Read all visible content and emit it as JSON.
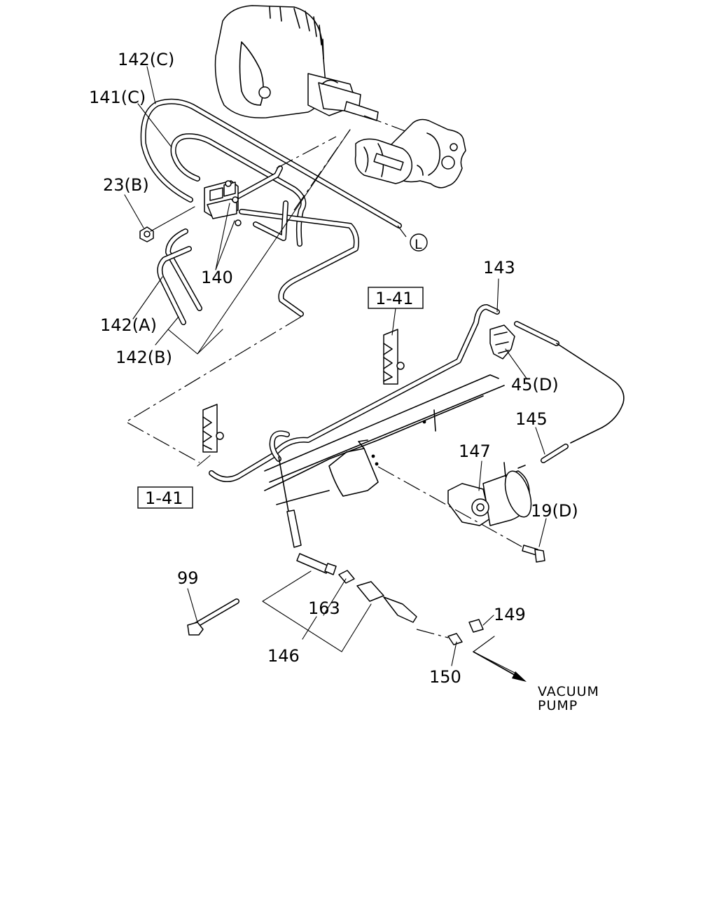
{
  "labels": {
    "l142c": "142(C)",
    "l141c": "141(C)",
    "l23b": "23(B)",
    "l140": "140",
    "l142a": "142(A)",
    "l142b": "142(B)",
    "l143": "143",
    "l141_top": "1-41",
    "l141_bottom": "1-41",
    "l45d": "45(D)",
    "l145": "145",
    "l147": "147",
    "l19d": "19(D)",
    "l99": "99",
    "l163": "163",
    "l146": "146",
    "l149": "149",
    "l150": "150",
    "lL": "L",
    "vacuum_line1": "VACUUM",
    "vacuum_line2": "PUMP"
  },
  "colors": {
    "line": "#000000",
    "background": "#ffffff"
  }
}
